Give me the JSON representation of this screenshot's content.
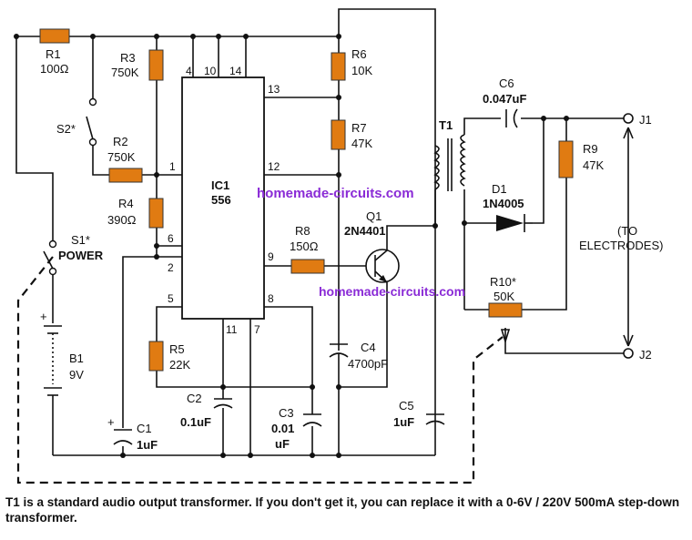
{
  "labels": {
    "r1": "R1",
    "r1_val": "100Ω",
    "r2": "R2",
    "r2_val": "750K",
    "r3": "R3",
    "r3_val": "750K",
    "r4": "R4",
    "r4_val": "390Ω",
    "r5": "R5",
    "r5_val": "22K",
    "r6": "R6",
    "r6_val": "10K",
    "r7": "R7",
    "r7_val": "47K",
    "r8": "R8",
    "r8_val": "150Ω",
    "r9": "R9",
    "r9_val": "47K",
    "r10": "R10*",
    "r10_val": "50K",
    "c1": "C1",
    "c1_val": "1uF",
    "c2": "C2",
    "c2_val": "0.1uF",
    "c3": "C3",
    "c3_val_a": "0.01",
    "c3_val_b": "uF",
    "c4": "C4",
    "c4_val": "4700pF",
    "c5": "C5",
    "c5_val": "1uF",
    "c6": "C6",
    "c6_val": "0.047uF",
    "ic_name": "IC1",
    "ic_type": "556",
    "q1": "Q1",
    "q1_type": "2N4401",
    "d1": "D1",
    "d1_type": "1N4005",
    "t1": "T1",
    "s1": "S1*",
    "s1_desc": "POWER",
    "s2": "S2*",
    "b1": "B1",
    "b1_val": "9V",
    "j1": "J1",
    "j2": "J2",
    "electrodes_a": "(TO",
    "electrodes_b": "ELECTRODES)",
    "plus": "+"
  },
  "pins": {
    "p4": "4",
    "p10": "10",
    "p14": "14",
    "p13": "13",
    "p1": "1",
    "p12": "12",
    "p6": "6",
    "p2": "2",
    "p9": "9",
    "p5": "5",
    "p8": "8",
    "p11": "11",
    "p7": "7"
  },
  "watermark": "homemade-circuits.com",
  "footnote": "T1 is a standard audio output transformer. If you don't get it, you can replace it with a 0-6V / 220V 500mA step-down transformer."
}
